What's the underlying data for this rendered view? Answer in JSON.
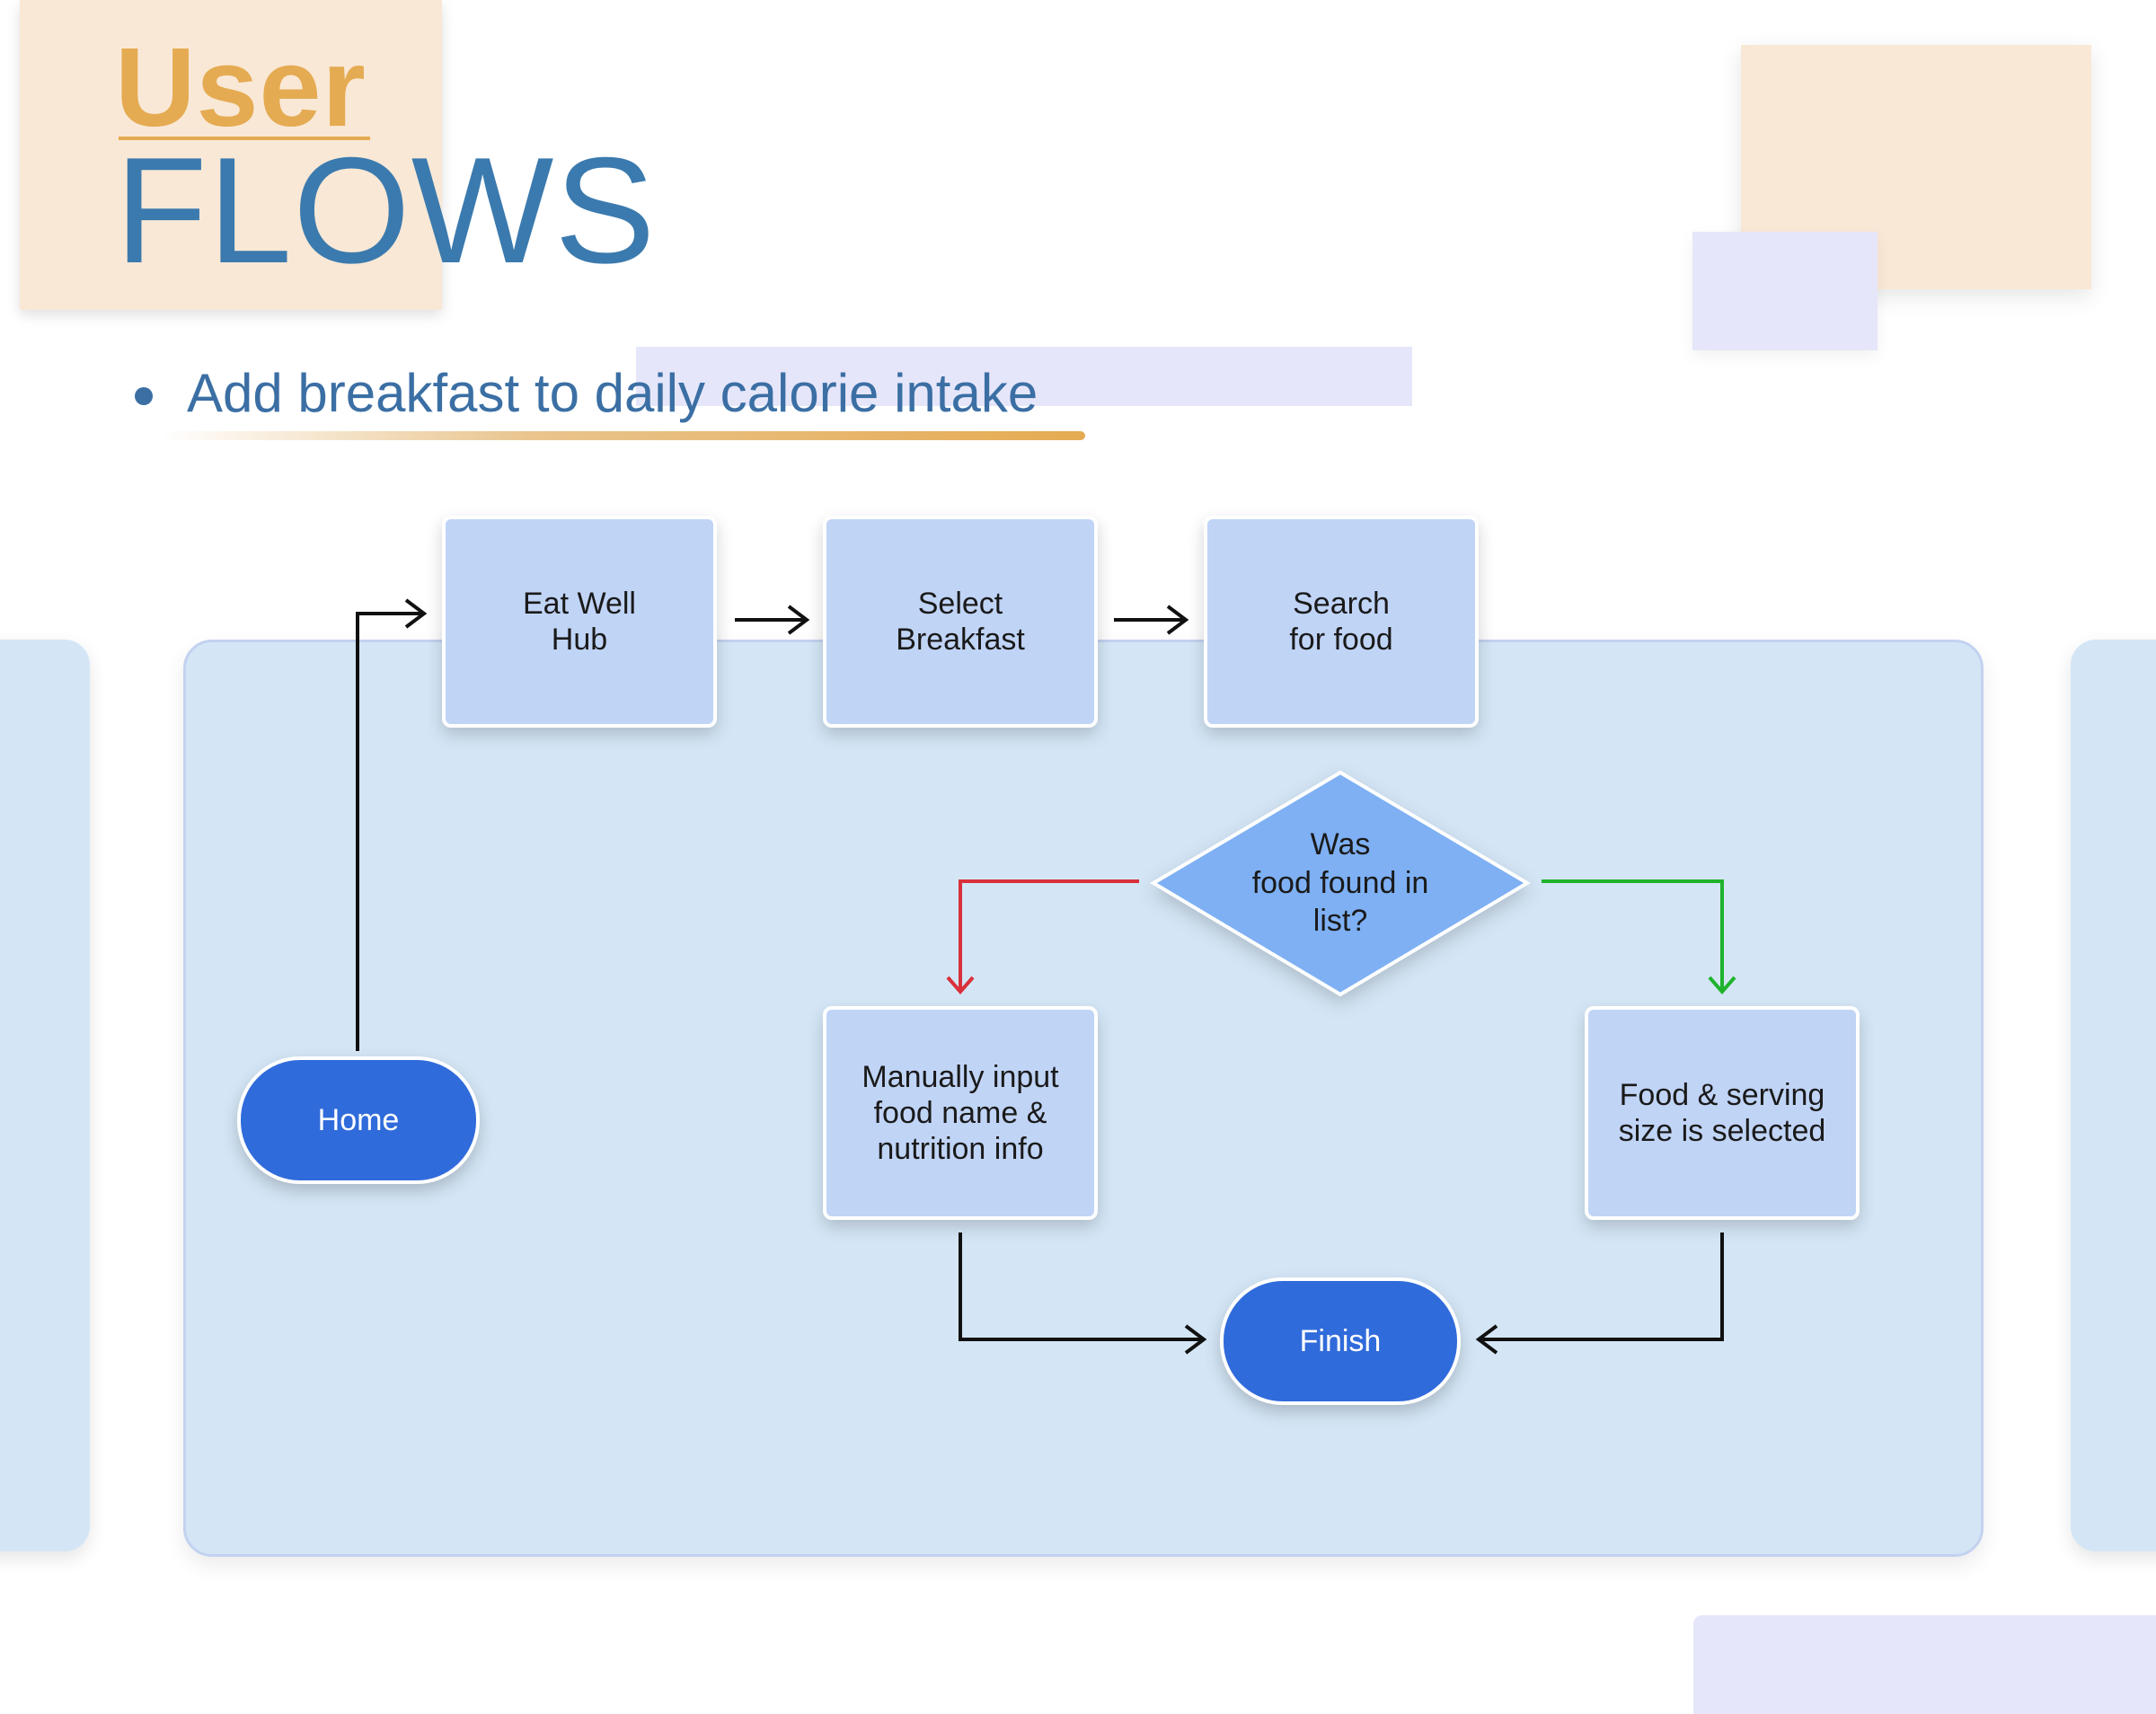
{
  "header": {
    "title_top": "User",
    "title_bottom": "FLOWS"
  },
  "subtitle": "Add breakfast to daily calorie intake",
  "flow": {
    "nodes": {
      "home": "Home",
      "eat_well_hub": "Eat Well\nHub",
      "select_breakfast": "Select\nBreakfast",
      "search_food": "Search\nfor  food",
      "decision": "Was\nfood found in\nlist?",
      "manual_input": "Manually input\nfood name &\nnutrition info",
      "food_selected": "Food & serving\nsize is selected",
      "finish": "Finish"
    }
  },
  "colors": {
    "accent_orange": "#e5ab52",
    "title_blue": "#3b7aae",
    "node_fill": "#c0d4f6",
    "decision_fill": "#7eb0f3",
    "terminal_fill": "#306bdb",
    "panel_fill": "#d4e6f6",
    "no_path": "#d9303b",
    "yes_path": "#1fb32c"
  }
}
